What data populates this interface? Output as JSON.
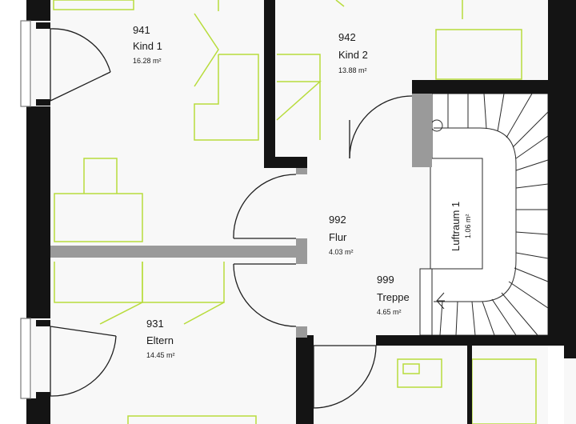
{
  "colors": {
    "wall": "#141414",
    "partition": "#9a9a9a",
    "door": "#1f1f1f",
    "furniture": "#b8dc3c",
    "stairs": "#2a2a2a",
    "window": "#7a7a7a",
    "room_fill": "#f7f7f7"
  },
  "rooms": [
    {
      "id": "kind1",
      "number": "941",
      "name": "Kind 1",
      "area": "16.28 m²"
    },
    {
      "id": "kind2",
      "number": "942",
      "name": "Kind 2",
      "area": "13.88 m²"
    },
    {
      "id": "flur",
      "number": "992",
      "name": "Flur",
      "area": "4.03 m²"
    },
    {
      "id": "treppe",
      "number": "999",
      "name": "Treppe",
      "area": "4.65 m²"
    },
    {
      "id": "eltern",
      "number": "931",
      "name": "Eltern",
      "area": "14.45 m²"
    },
    {
      "id": "luftraum",
      "number": "",
      "name": "Luftraum 1",
      "area": "1.06 m²"
    }
  ]
}
